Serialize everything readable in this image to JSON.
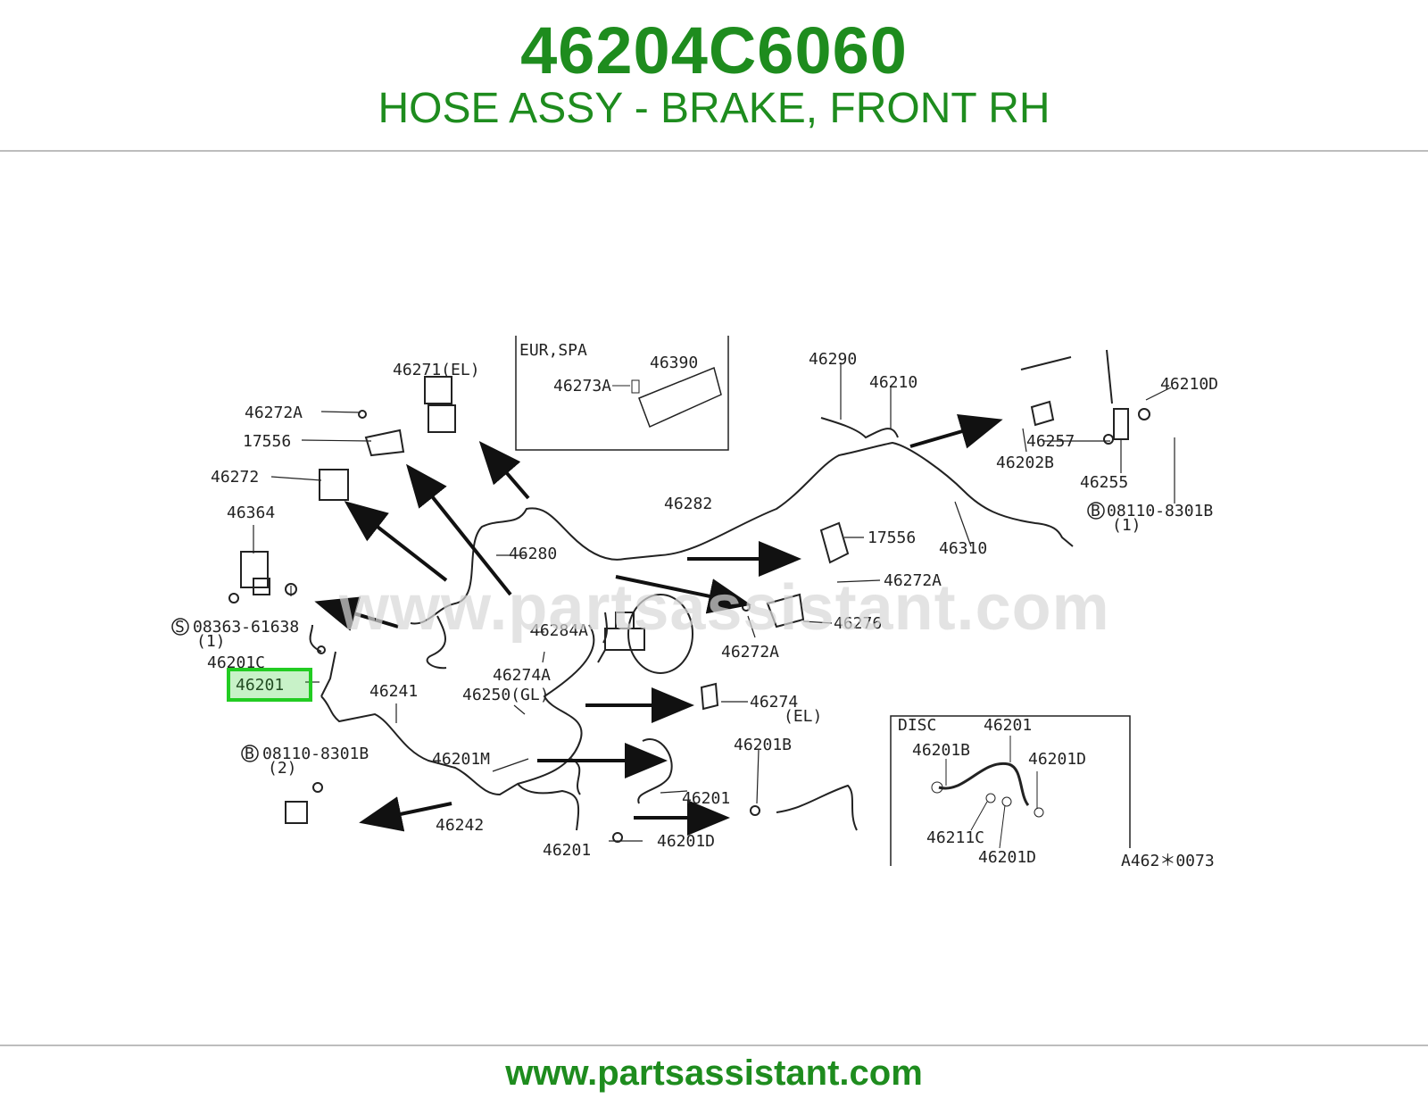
{
  "header": {
    "part_number": "46204C6060",
    "description": "HOSE ASSY - BRAKE, FRONT RH"
  },
  "footer": {
    "url": "www.partsassistant.com"
  },
  "watermark": "www.partsassistant.com",
  "highlight_color": "#22cc22",
  "brand_color": "#1e8c1e",
  "diagram": {
    "figure_code": "A462＊0073",
    "inset_eur": {
      "title": "EUR,SPA",
      "labels": [
        "46390",
        "46273A"
      ]
    },
    "inset_disc": {
      "title": "DISC",
      "labels": [
        "46201",
        "46201B",
        "46201D",
        "46211C",
        "46201D"
      ]
    },
    "callouts": [
      {
        "id": "c1",
        "text": "46271(EL)"
      },
      {
        "id": "c2",
        "text": "46272A"
      },
      {
        "id": "c3",
        "text": "17556"
      },
      {
        "id": "c4",
        "text": "46272"
      },
      {
        "id": "c5",
        "text": "46364"
      },
      {
        "id": "c6",
        "text": "08363-61638"
      },
      {
        "id": "c7",
        "text": "(1)"
      },
      {
        "id": "c8",
        "text": "46201C"
      },
      {
        "id": "c9",
        "text": "46201"
      },
      {
        "id": "c10",
        "text": "46241"
      },
      {
        "id": "c11",
        "text": "08110-8301B"
      },
      {
        "id": "c12",
        "text": "(2)"
      },
      {
        "id": "c13",
        "text": "46201M"
      },
      {
        "id": "c14",
        "text": "46242"
      },
      {
        "id": "c15",
        "text": "46201"
      },
      {
        "id": "c16",
        "text": "46201D"
      },
      {
        "id": "c17",
        "text": "46201"
      },
      {
        "id": "c18",
        "text": "46201B"
      },
      {
        "id": "c19",
        "text": "46250(GL)"
      },
      {
        "id": "c20",
        "text": "46274A"
      },
      {
        "id": "c21",
        "text": "46284A"
      },
      {
        "id": "c22",
        "text": "46280"
      },
      {
        "id": "c23",
        "text": "46282"
      },
      {
        "id": "c24",
        "text": "46290"
      },
      {
        "id": "c25",
        "text": "46210"
      },
      {
        "id": "c26",
        "text": "46310"
      },
      {
        "id": "c27",
        "text": "17556"
      },
      {
        "id": "c28",
        "text": "46272A"
      },
      {
        "id": "c29",
        "text": "46276"
      },
      {
        "id": "c30",
        "text": "46272A"
      },
      {
        "id": "c31",
        "text": "46274"
      },
      {
        "id": "c32",
        "text": "(EL)"
      },
      {
        "id": "c33",
        "text": "46257"
      },
      {
        "id": "c34",
        "text": "46202B"
      },
      {
        "id": "c35",
        "text": "46255"
      },
      {
        "id": "c36",
        "text": "46210D"
      },
      {
        "id": "c37",
        "text": "08110-8301B"
      },
      {
        "id": "c38",
        "text": "(1)"
      }
    ],
    "circle_letters": {
      "s": "S",
      "b1": "B",
      "b2": "B"
    }
  }
}
